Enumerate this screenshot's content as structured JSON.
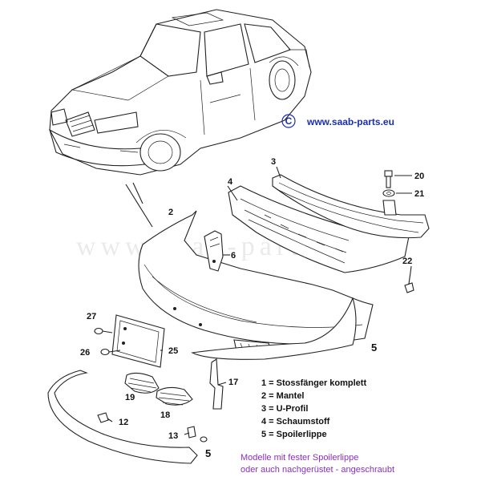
{
  "watermark": "www.saab-parts.eu",
  "copyright": {
    "symbol": "C",
    "url": "www.saab-parts.eu"
  },
  "callouts": {
    "c2": "2",
    "c3": "3",
    "c4": "4",
    "c5a": "5",
    "c5b": "5",
    "c6": "6",
    "c12": "12",
    "c13": "13",
    "c17": "17",
    "c18": "18",
    "c19": "19",
    "c20": "20",
    "c21": "21",
    "c22": "22",
    "c25": "25",
    "c26": "26",
    "c27": "27"
  },
  "legend": [
    "1 = Stossfänger komplett",
    "2 = Mantel",
    "3 = U-Profil",
    "4 = Schaumstoff",
    "5 = Spoilerlippe"
  ],
  "note": [
    "Modelle mit fester Spoilerlippe",
    "oder auch  nachgerüstet - angeschraubt"
  ],
  "colors": {
    "link": "#1c2fa8",
    "note": "#8a2fbf"
  }
}
